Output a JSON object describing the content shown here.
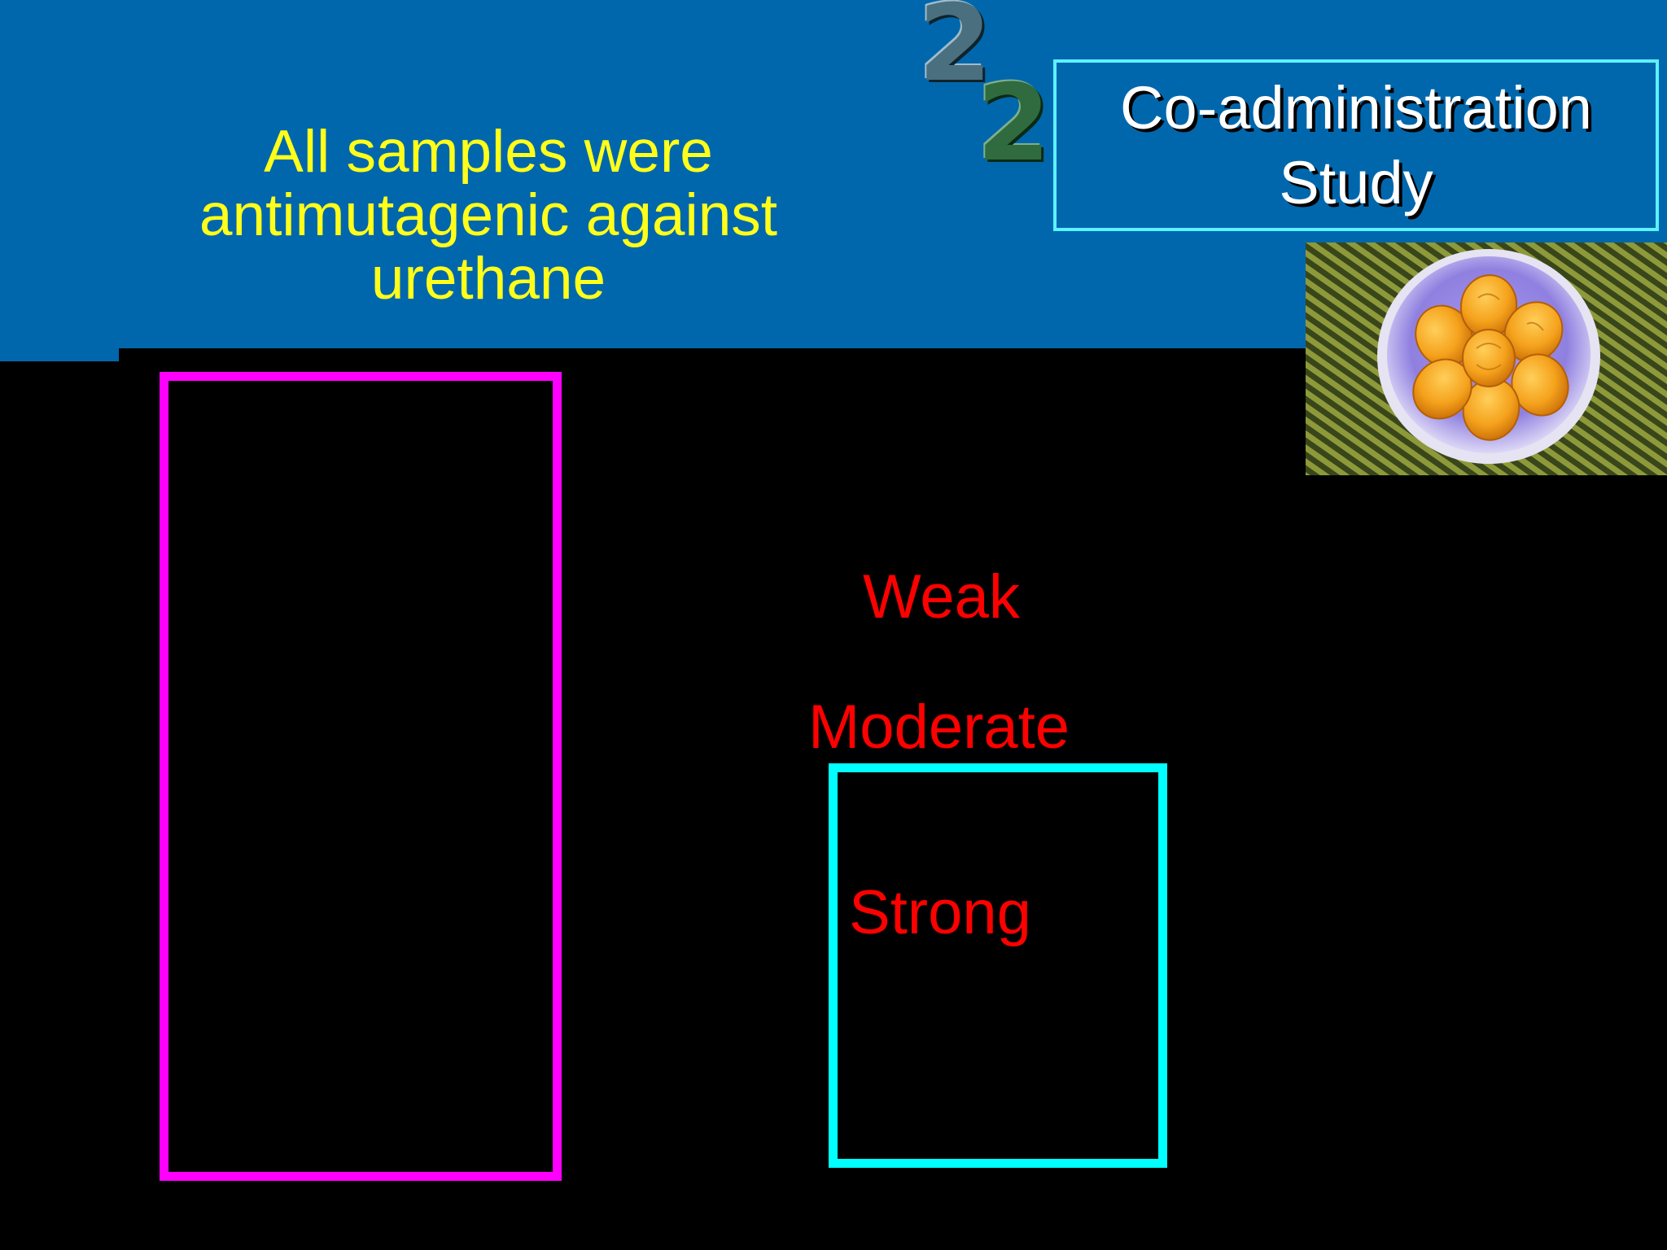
{
  "slide": {
    "headline": [
      "All samples were",
      "antimutagenic against",
      "urethane"
    ],
    "title_box": [
      "Co-administration",
      "Study"
    ],
    "corner_digits": [
      "2",
      "2"
    ],
    "photo_icon": "plate-of-orange-pastries-icon",
    "levels": {
      "weak": "Weak",
      "moderate": "Moderate",
      "strong": "Strong"
    }
  },
  "colors": {
    "header_blue": "#0167ad",
    "headline_yellow": "#ffff1a",
    "title_border": "#5cf2ff",
    "magenta_box": "#ff00ff",
    "cyan_box": "#00ffff",
    "level_red": "#ff0000"
  }
}
